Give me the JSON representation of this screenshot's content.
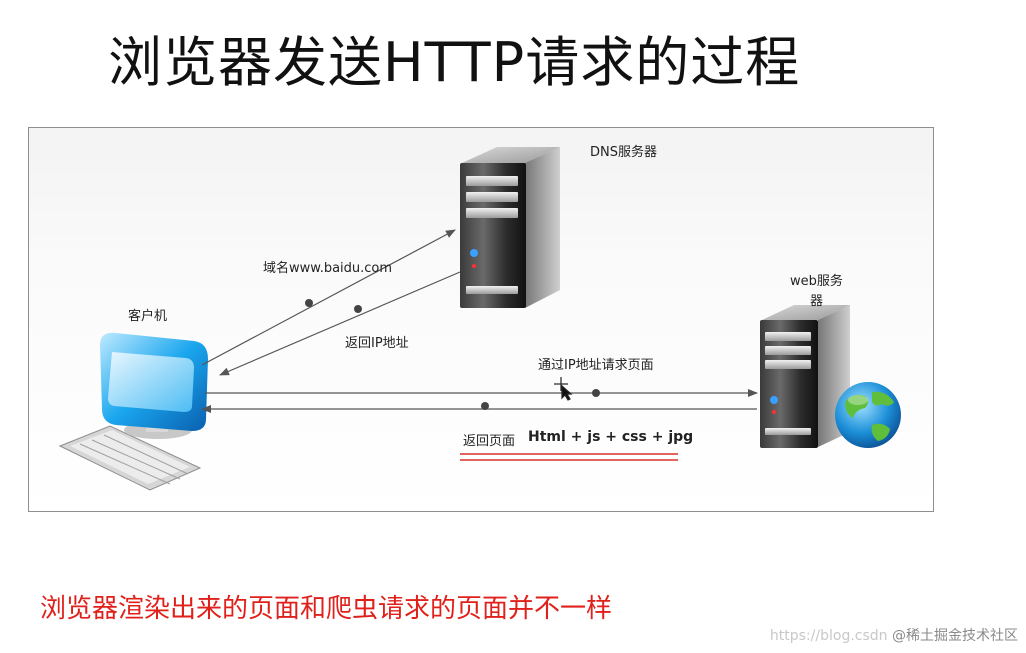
{
  "title": "浏览器发送HTTP请求的过程",
  "diagram": {
    "dns_server_label": "DNS服务器",
    "web_server_label_line1": "web服务",
    "web_server_label_line2": "器",
    "client_label": "客户机",
    "query_label": "域名www.baidu.com",
    "return_ip_label": "返回IP地址",
    "request_label": "通过IP地址请求页面",
    "return_page_label": "返回页面",
    "return_page_content": "Html + js + css + jpg"
  },
  "note": "浏览器渲染出来的页面和爬虫请求的页面并不一样",
  "watermark": {
    "url": "https://blog.csdn",
    "site": "@稀土掘金技术社区"
  },
  "colors": {
    "note": "#e0211b",
    "underline": "#d9312a",
    "arrow": "#555555"
  }
}
